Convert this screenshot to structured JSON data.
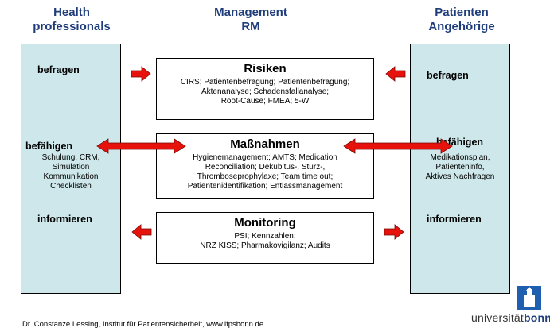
{
  "columns": {
    "left_title": "Health\nprofessionals",
    "center_title": "Management\nRM",
    "right_title": "Patienten\nAngehörige"
  },
  "left": {
    "befragen": "befragen",
    "befaehigen": "befähigen",
    "befaehigen_detail": "Schulung, CRM,\nSimulation\nKommunikation\nChecklisten",
    "informieren": "informieren"
  },
  "right": {
    "befragen": "befragen",
    "befaehigen": "befähigen",
    "befaehigen_detail": "Medikationsplan,\nPatienteninfo,\nAktives Nachfragen",
    "informieren": "informieren"
  },
  "boxes": {
    "risiken_title": "Risiken",
    "risiken_text": "CIRS; Patientenbefragung; Patientenbefragung;\nAktenanalyse; Schadensfallanalyse;\nRoot-Cause; FMEA; 5-W",
    "massnahmen_title": "Maßnahmen",
    "massnahmen_text": "Hygienemanagement; AMTS; Medication\nReconciliation; Dekubitus-, Sturz-,\nThromboseprophylaxe; Team time out;\nPatientenidentifikation; Entlassmanagement",
    "monitoring_title": "Monitoring",
    "monitoring_text": "PSI; Kennzahlen;\nNRZ KISS; Pharmakovigilanz; Audits"
  },
  "footer": "Dr. Constanze Lessing, Institut für Patientensicherheit, www.ifpsbonn.de",
  "logo": {
    "prefix": "universität",
    "suffix": "bonn"
  },
  "colors": {
    "arrow": "#e8120c",
    "pillar": "#cde7ea",
    "title": "#1f3d7a"
  }
}
